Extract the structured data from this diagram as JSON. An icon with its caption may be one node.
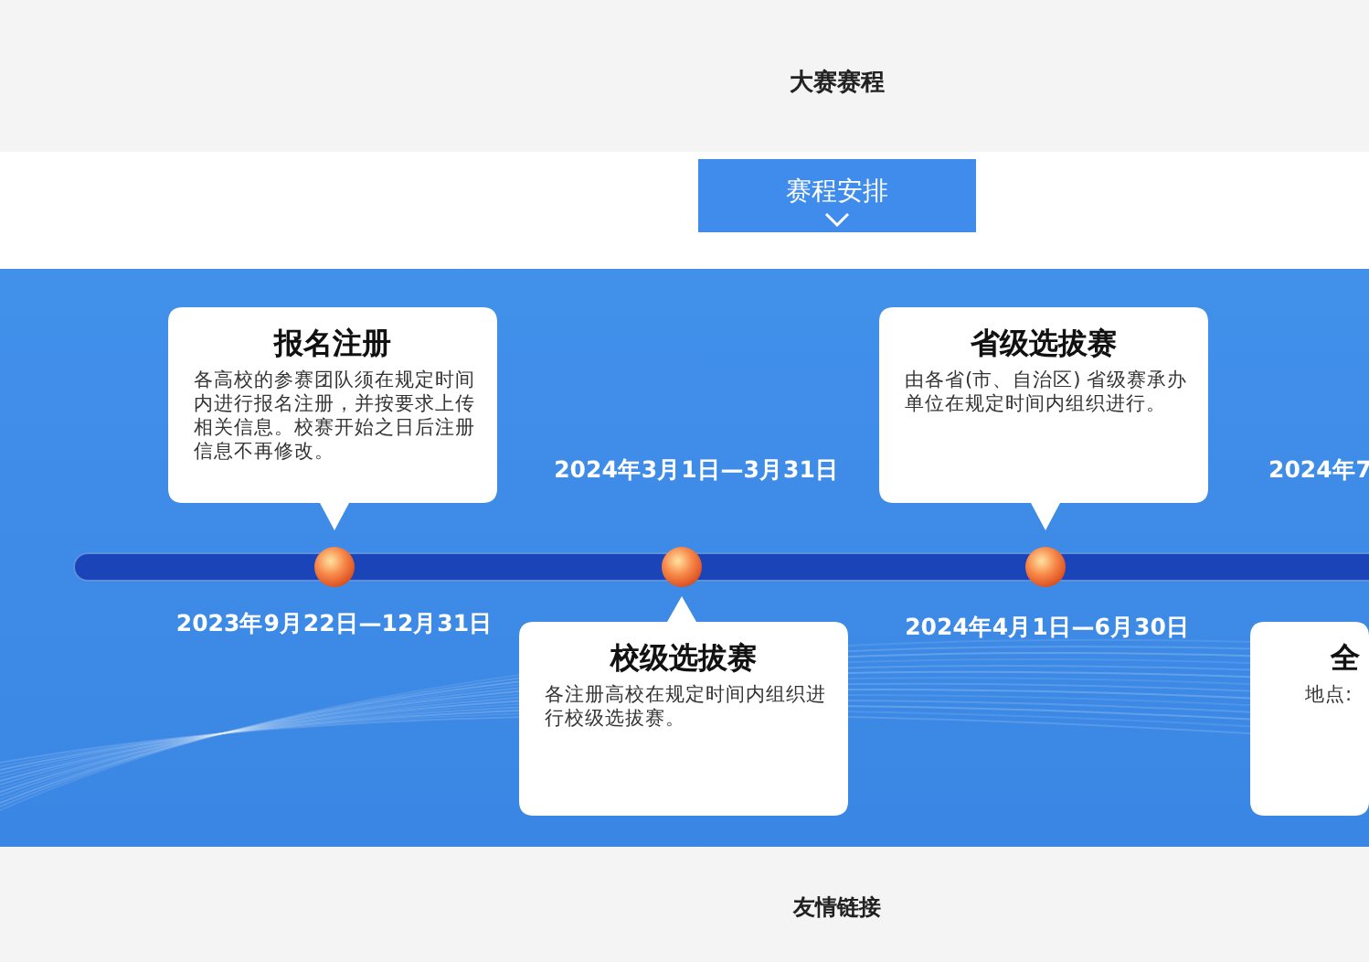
{
  "diagram": {
    "title": "大赛赛程",
    "nodes": [
      {
        "text": [
          "报名注册",
          "各高校的参赛团队须在规定时间内进行报名注册，并按要求上传相关信息。校赛开始之日后注册信息不再修改。"
        ]
      },
      {
        "text": [
          "校级选拔赛",
          "各注册高校在规定时间内组织进行校级选拔赛。"
        ]
      },
      {
        "text": [
          "省级选拔赛",
          "由各省(市、自治区) 省级赛承办单位在规定时间内组织进行。"
        ]
      },
      {
        "text": [
          "全",
          "地点:"
        ]
      }
    ],
    "labels": [
      "赛程安排",
      "2024年3月1日—3月31日",
      "2024年7",
      "2023年9月22日—12月31日",
      "2024年4月1日—6月30日",
      "友情链接"
    ]
  }
}
